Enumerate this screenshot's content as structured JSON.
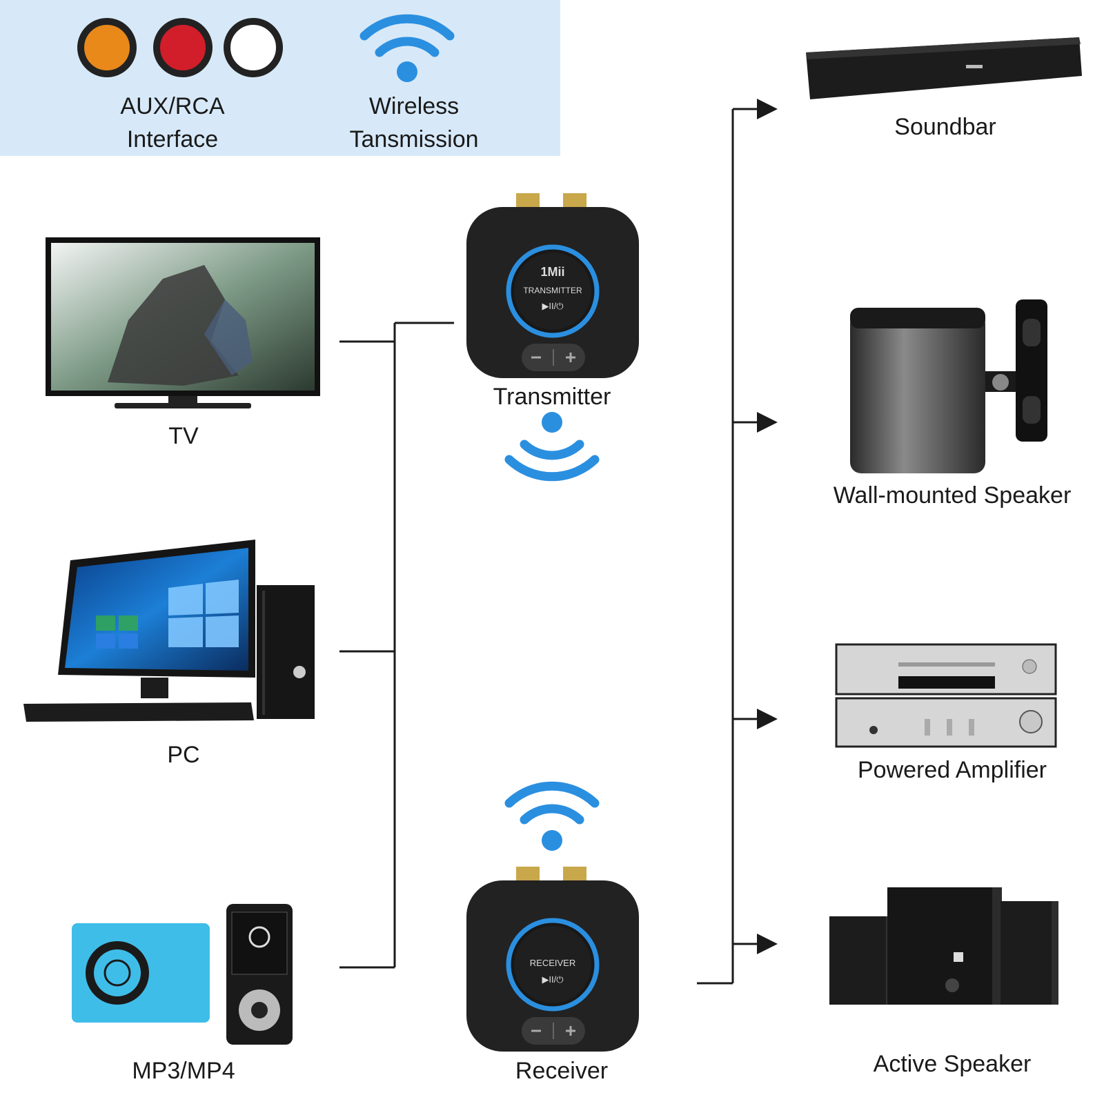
{
  "banner": {
    "aux_label_line1": "AUX/RCA",
    "aux_label_line2": "Interface",
    "wireless_label_line1": "Wireless",
    "wireless_label_line2": "Tansmission",
    "ring_colors": [
      "#e8891a",
      "#d11e2a",
      "#ffffff"
    ]
  },
  "sources": [
    {
      "label": "TV",
      "icon": "tv-icon"
    },
    {
      "label": "PC",
      "icon": "desktop-pc-icon"
    },
    {
      "label": "MP3/MP4",
      "icon": "mp3-player-icon"
    }
  ],
  "transmitter": {
    "label": "Transmitter",
    "brand": "1Mii",
    "panel_text": "TRANSMITTER",
    "button_text": "▶II/⏻"
  },
  "receiver": {
    "label": "Receiver",
    "panel_text": "RECEIVER",
    "button_text": "▶II/⏻"
  },
  "outputs": [
    {
      "label": "Soundbar",
      "icon": "soundbar-icon"
    },
    {
      "label": "Wall-mounted Speaker",
      "icon": "wall-speaker-icon"
    },
    {
      "label": "Powered Amplifier",
      "icon": "amplifier-icon"
    },
    {
      "label": "Active Speaker",
      "icon": "active-speaker-icon"
    }
  ],
  "colors": {
    "accent_blue": "#2b8fe0",
    "device_dark": "#222222",
    "connector_line": "#1a1a1a"
  }
}
